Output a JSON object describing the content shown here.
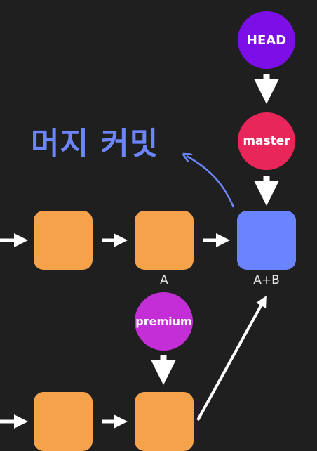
{
  "title": "머지 커밋",
  "refs": {
    "head": "HEAD",
    "master": "master",
    "premium": "premium"
  },
  "commit_labels": {
    "a": "A",
    "merge": "A+B"
  },
  "colors": {
    "background": "#1f1f1f",
    "commit": "#f5a24b",
    "merge_commit": "#6a83ff",
    "head": "#7c0ee8",
    "master": "#e8265a",
    "premium": "#c42ed6",
    "title": "#6d86ff"
  }
}
